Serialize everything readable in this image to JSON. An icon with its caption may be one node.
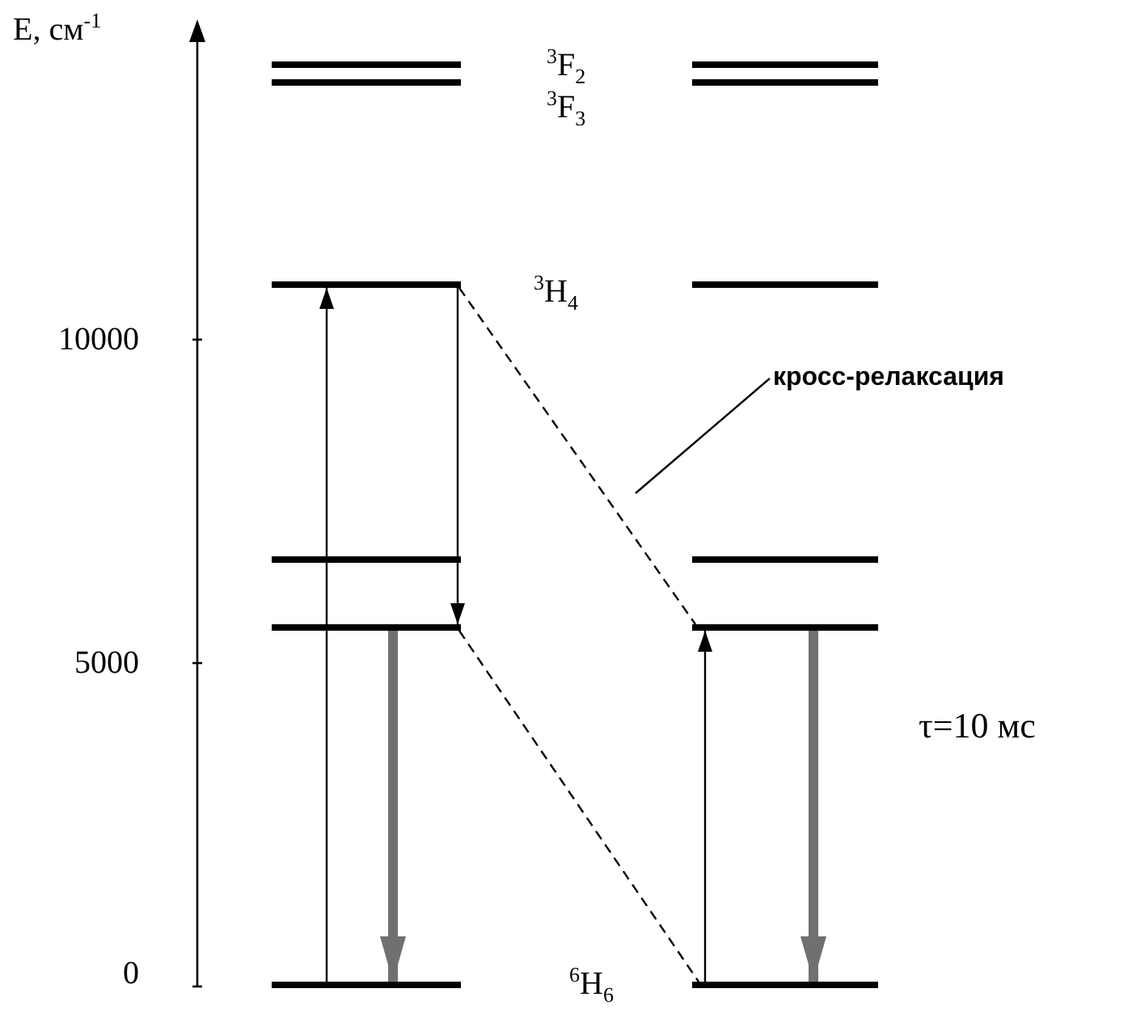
{
  "diagram": {
    "nodes": [
      {
        "text": [],
        "shape": "bar",
        "beside": [
          "$^{3}$F$_{2}$"
        ]
      },
      {
        "text": [],
        "shape": "bar"
      },
      {
        "text": [],
        "shape": "bar",
        "beside": [
          "$^{3}$F$_{3}$"
        ]
      },
      {
        "text": [],
        "shape": "bar"
      },
      {
        "text": [],
        "shape": "bar",
        "beside": [
          "$^{3}$H$_{4}$"
        ]
      },
      {
        "text": [],
        "shape": "bar"
      },
      {
        "text": [],
        "shape": "bar"
      },
      {
        "text": [],
        "shape": "bar"
      },
      {
        "text": [],
        "shape": "bar"
      },
      {
        "text": [],
        "shape": "bar"
      },
      {
        "text": [],
        "shape": "bar",
        "beside": [
          "$^{6}$H$_{6}$"
        ]
      },
      {
        "text": [],
        "shape": "bar"
      },
      {
        "text": [
          "кросс-релаксация"
        ]
      }
    ],
    "edges": [
      {
        "from": 10,
        "to": 4,
        "arrow": "to"
      },
      {
        "from": 4,
        "to": 8,
        "arrow": "to"
      },
      {
        "from": 8,
        "to": 10,
        "arrow": "to",
        "style": "thick",
        "color": "#707070"
      },
      {
        "from": 4,
        "to": 9,
        "arrow": "none",
        "style": "dashed"
      },
      {
        "from": 8,
        "to": 11,
        "arrow": "none",
        "style": "dashed"
      },
      {
        "from": 11,
        "to": 9,
        "arrow": "to"
      },
      {
        "from": 9,
        "to": 11,
        "arrow": "to",
        "style": "thick",
        "color": "#707070"
      },
      {
        "from": 12,
        "to": null,
        "arrow": "none"
      }
    ],
    "labels": [
      "E, см$^{-1}$",
      "10000",
      "5000",
      "0",
      "τ=10 мс"
    ]
  }
}
